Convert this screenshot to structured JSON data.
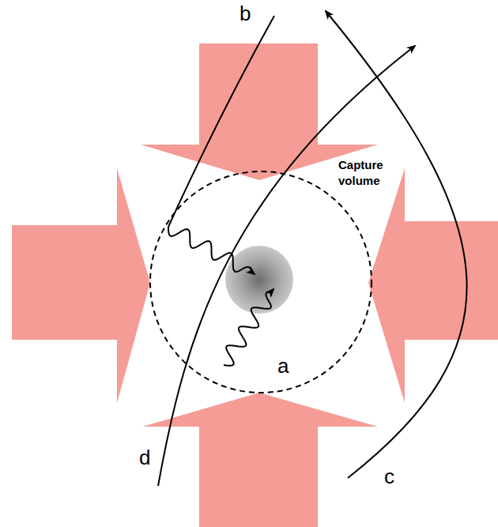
{
  "diagram": {
    "nodes": [
      {
        "text": [
          "Capture volume"
        ]
      }
    ],
    "labels": [
      "b",
      "c",
      "d",
      "a"
    ]
  }
}
